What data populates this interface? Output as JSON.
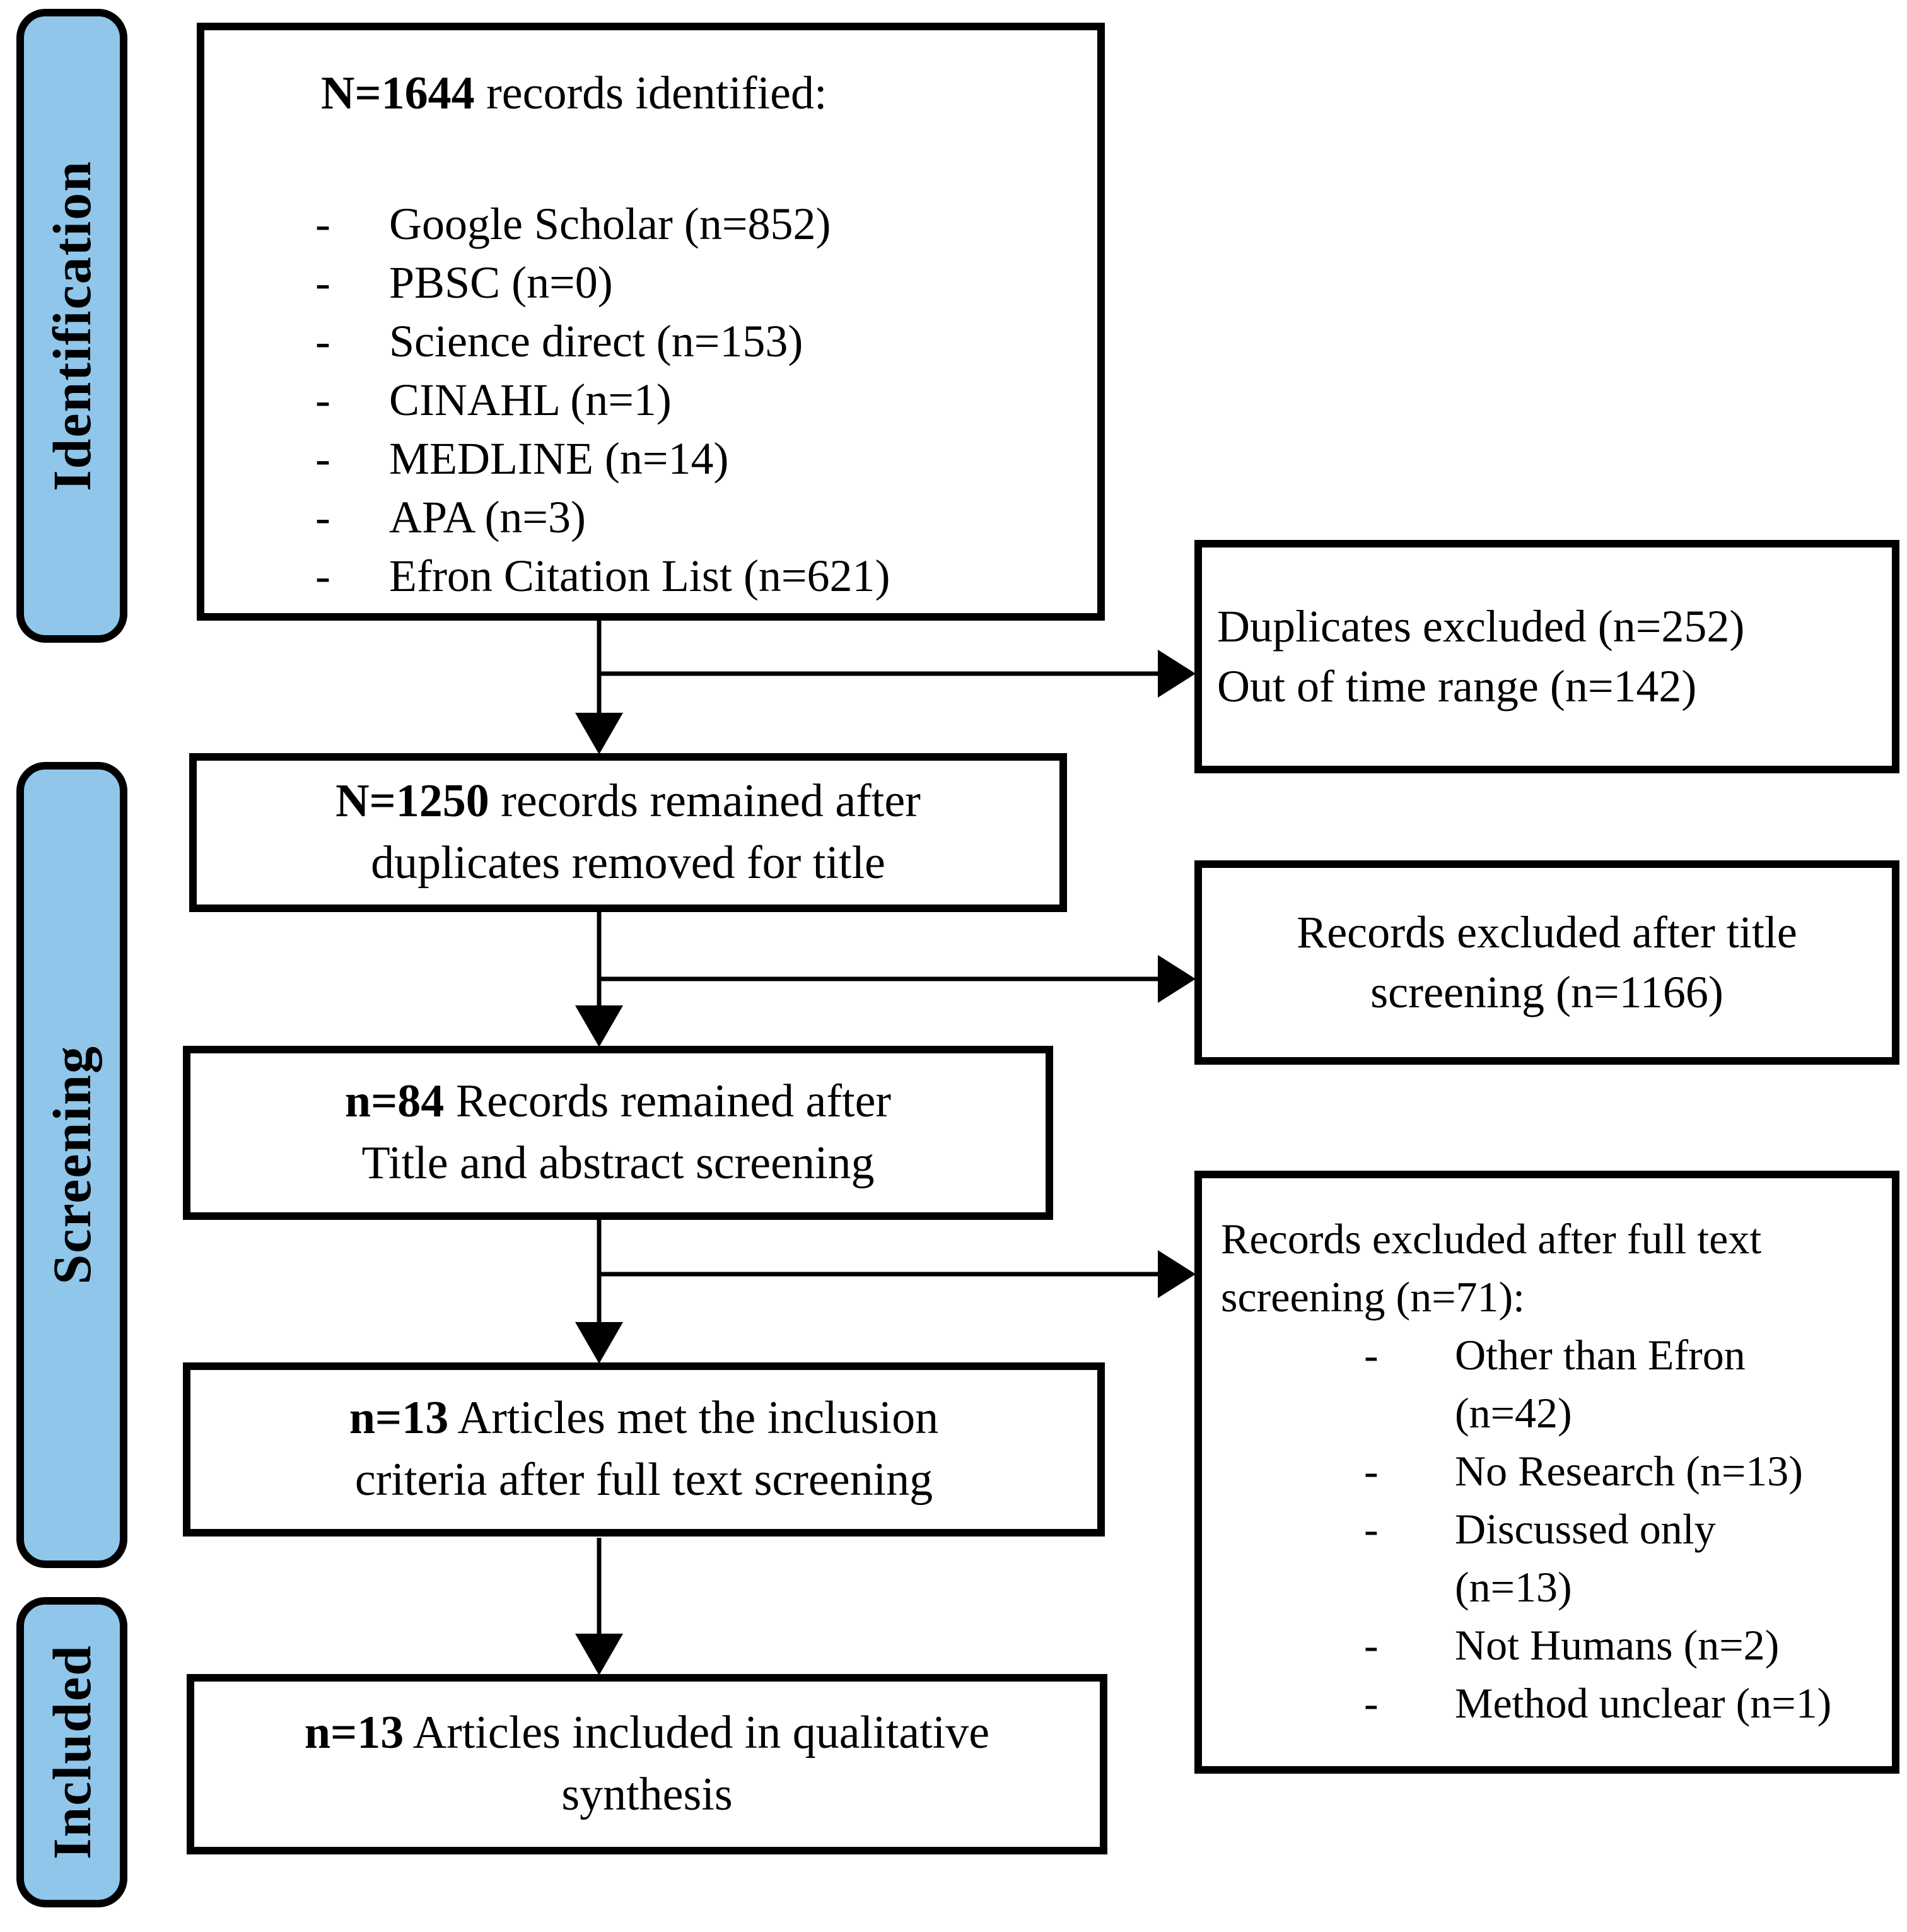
{
  "colors": {
    "sidebar_fill": "#8FC6E9",
    "line": "#000000",
    "background": "#FFFFFF"
  },
  "sidebar": {
    "stages": [
      {
        "label": "Identification"
      },
      {
        "label": "Screening"
      },
      {
        "label": "Included"
      }
    ]
  },
  "flow": {
    "identified": {
      "lead": "N=1644",
      "rest": " records identified:",
      "sources": [
        "Google Scholar (n=852)",
        "PBSC (n=0)",
        "Science direct (n=153)",
        "CINAHL (n=1)",
        "MEDLINE (n=14)",
        "APA (n=3)",
        "Efron Citation List (n=621)"
      ]
    },
    "after_duplicates": {
      "lead": "N=1250",
      "line1_rest": " records remained after",
      "line2": "duplicates removed for title"
    },
    "after_title_abstract": {
      "lead": "n=84",
      "line1_rest": " Records remained after",
      "line2": "Title and abstract screening"
    },
    "met_inclusion": {
      "lead": "n=13",
      "line1_rest": " Articles met the inclusion",
      "line2": "criteria after full text screening"
    },
    "included_qualitative": {
      "lead": "n=13",
      "line1_rest": " Articles included in qualitative",
      "line2": "synthesis"
    }
  },
  "exclusions": {
    "duplicates": {
      "lines": [
        "Duplicates excluded (n=252)",
        "Out of time range (n=142)"
      ]
    },
    "title_screening": {
      "lines": [
        "Records excluded after title",
        "screening (n=1166)"
      ]
    },
    "full_text": {
      "header_lines": [
        "Records excluded after full text",
        "screening (n=71):"
      ],
      "reasons": [
        [
          "Other than Efron",
          "(n=42)"
        ],
        [
          "No Research (n=13)"
        ],
        [
          "Discussed only",
          "(n=13)"
        ],
        [
          "Not Humans (n=2)"
        ],
        [
          "Method unclear (n=1)"
        ]
      ]
    }
  }
}
